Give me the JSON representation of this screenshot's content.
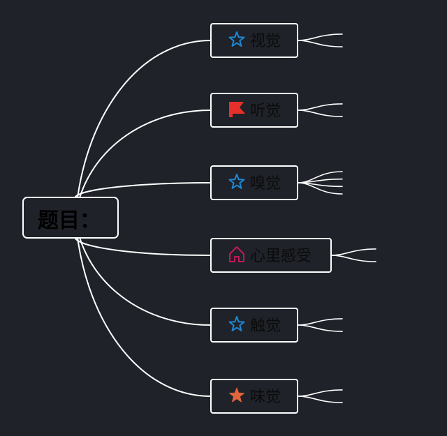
{
  "mindmap": {
    "root": {
      "label": "题目："
    },
    "branches": [
      {
        "label": "视觉",
        "icon": "star-outline-icon",
        "icon_color": "#1e88d6",
        "leaves": 2
      },
      {
        "label": "听觉",
        "icon": "flag-icon",
        "icon_color": "#e8302a",
        "leaves": 2
      },
      {
        "label": "嗅觉",
        "icon": "star-outline-icon",
        "icon_color": "#1e88d6",
        "leaves": 4
      },
      {
        "label": "心里感受",
        "icon": "house-icon",
        "icon_color": "#c2185b",
        "leaves": 2
      },
      {
        "label": "触觉",
        "icon": "star-outline-icon",
        "icon_color": "#1e88d6",
        "leaves": 2
      },
      {
        "label": "味觉",
        "icon": "star-filled-icon",
        "icon_color": "#e0653a",
        "leaves": 2
      }
    ]
  },
  "colors": {
    "background": "#1f2229",
    "lines": "#ffffff",
    "node_fill": "#1f2229"
  }
}
